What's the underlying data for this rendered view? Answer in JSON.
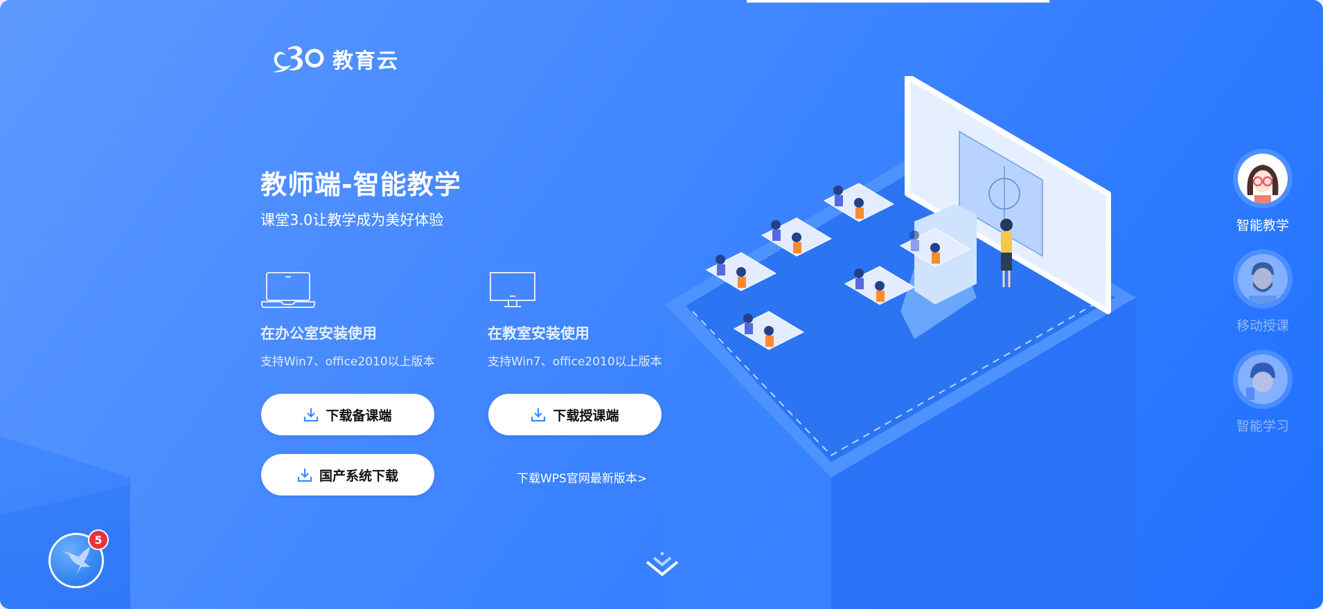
{
  "logo": {
    "mark": "C3O",
    "text": "教育云"
  },
  "hero": {
    "title": "教师端-智能教学",
    "subtitle": "课堂3.0让教学成为美好体验"
  },
  "install_options": [
    {
      "icon": "laptop-icon",
      "title": "在办公室安装使用",
      "desc": "支持Win7、office2010以上版本"
    },
    {
      "icon": "monitor-icon",
      "title": "在教室安装使用",
      "desc": "支持Win7、office2010以上版本"
    }
  ],
  "buttons": {
    "download_prep": "下载备课端",
    "download_teach": "下载授课端",
    "domestic_download": "国产系统下载",
    "wps_link": "下载WPS官网最新版本>"
  },
  "side_nav": {
    "items": [
      {
        "label": "智能教学",
        "active": true
      },
      {
        "label": "移动授课",
        "active": false
      },
      {
        "label": "智能学习",
        "active": false
      }
    ]
  },
  "floating": {
    "badge_count": "5"
  },
  "colors": {
    "bg_start": "#5d99ff",
    "bg_end": "#2070ff",
    "accent_icon": "#3d87ff",
    "badge_red": "#e8333c"
  }
}
